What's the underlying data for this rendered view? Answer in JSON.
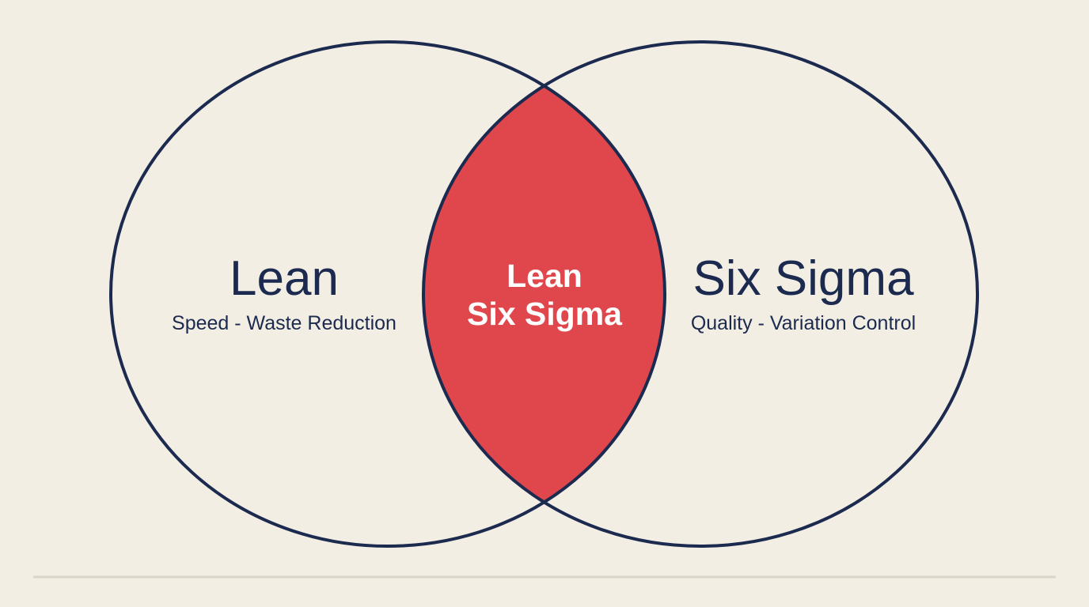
{
  "diagram": {
    "left_circle": {
      "title": "Lean",
      "subtitle": "Speed - Waste Reduction"
    },
    "right_circle": {
      "title": "Six Sigma",
      "subtitle": "Quality - Variation Control"
    },
    "overlap": {
      "line1": "Lean",
      "line2": "Six Sigma"
    }
  },
  "colors": {
    "background": "#f2eee4",
    "outline": "#1b2a4e",
    "overlap_fill": "#e0474c",
    "overlap_text": "#ffffff",
    "divider": "#dad5c9"
  }
}
